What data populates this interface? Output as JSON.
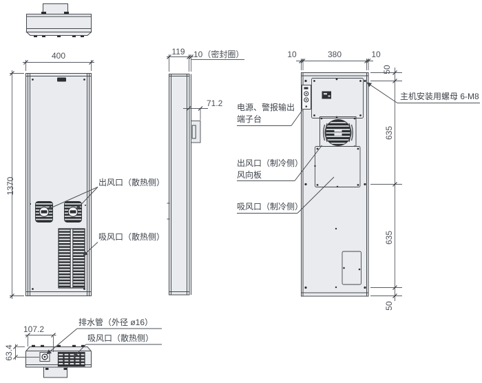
{
  "drawing": {
    "colors": {
      "line": "#43474c",
      "panel_fill": "#e9ebee",
      "dark_fill": "#2e3033",
      "text": "#3d434a"
    },
    "views": {
      "front": {
        "dim_width": "400",
        "dim_height": "1370",
        "label_outlet": "出风口（散热侧）",
        "label_inlet": "吸风口（散热侧）"
      },
      "side": {
        "dim_depth": "119",
        "dim_seal": "10（密封圈）",
        "dim_terminal_box": "71.2"
      },
      "rear": {
        "dim_flange_left": "10",
        "dim_width": "380",
        "dim_flange_right": "10",
        "dim_top": "50",
        "dim_upper": "635",
        "dim_lower": "635",
        "dim_bottom": "50",
        "label_terminal_line1": "电源、警报输出",
        "label_terminal_line2": "端子台",
        "label_outlet_line1": "出风口（制冷侧）",
        "label_outlet_line2": "风向板",
        "label_inlet": "吸风口（制冷侧）",
        "label_mounting_nut": "主机安装用螺母 6-M8"
      },
      "bottom": {
        "dim_drain_offset": "107.2",
        "dim_drain_height": "63.4",
        "label_drain": "排水管（外径 ø16）",
        "label_inlet": "吸风口（散热侧）"
      }
    }
  }
}
